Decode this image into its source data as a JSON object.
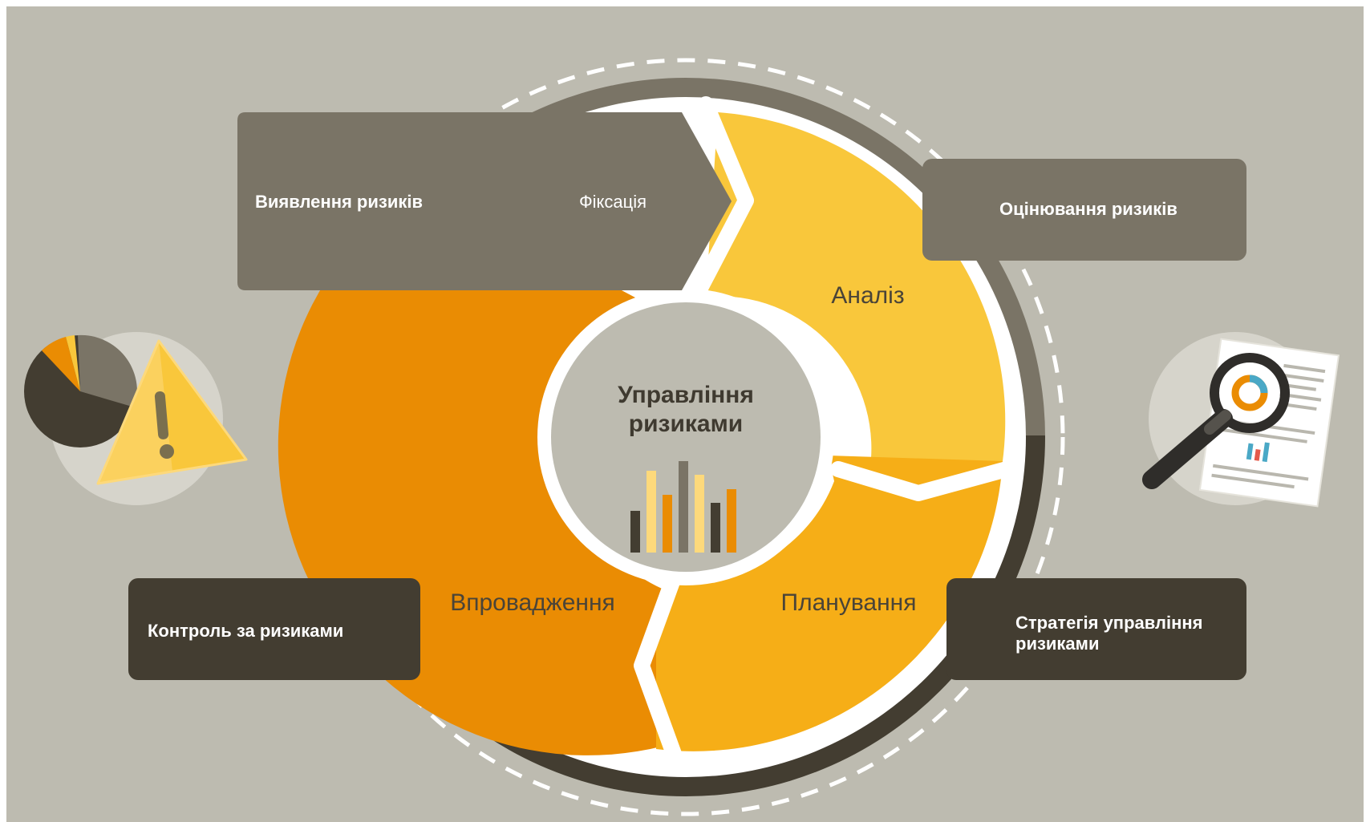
{
  "center": {
    "title_line1": "Управління",
    "title_line2": "ризиками"
  },
  "segments": {
    "analysis": "Аналіз",
    "planning": "Планування",
    "implementation": "Впровадження"
  },
  "banners": {
    "identification": "Виявлення ризиків",
    "fixation": "Фіксація",
    "assessment": "Оцінювання ризиків",
    "control": "Контроль за ризиками",
    "strategy_line1": "Стратегія управління",
    "strategy_line2": "ризиками"
  },
  "colors": {
    "background": "#bdbbb0",
    "banner_gray": "#7a7466",
    "banner_dark": "#433d31",
    "analysis": "#f9c73b",
    "planning": "#f6ae17",
    "implementation": "#ea8c03",
    "white": "#ffffff"
  },
  "icons": {
    "left": "pie-chart-warning-icon",
    "right": "magnifier-document-icon",
    "center": "bar-chart-icon"
  }
}
